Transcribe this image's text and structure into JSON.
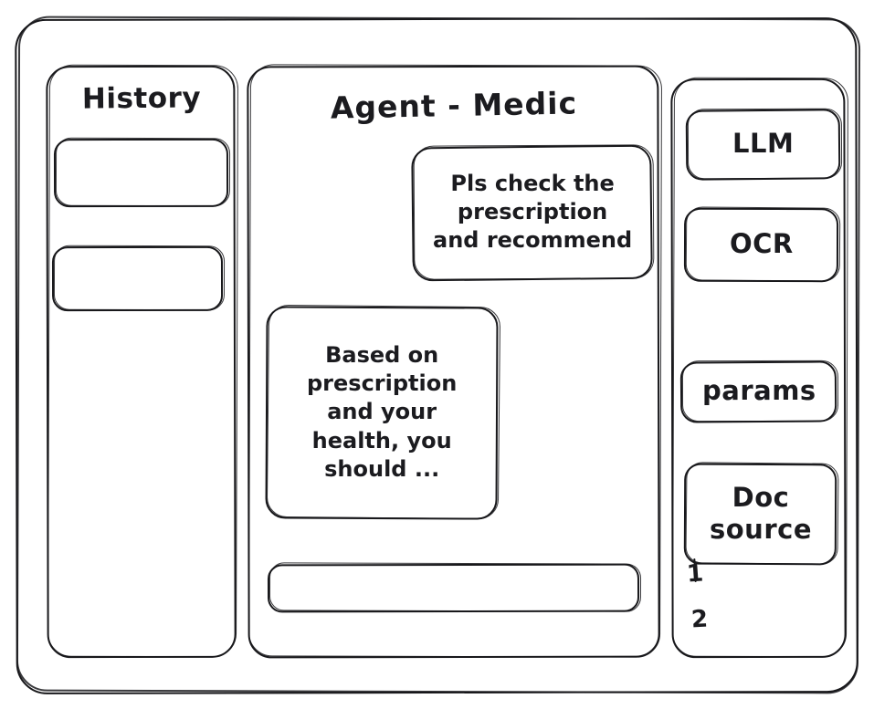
{
  "window": {
    "name": "agent-medic-wireframe"
  },
  "sidebar_history": {
    "title": "History",
    "items": [
      {
        "label": "",
        "name": "history-card-1"
      },
      {
        "label": "",
        "name": "history-card-2"
      }
    ]
  },
  "agent": {
    "title": "Agent - Medic",
    "messages": [
      {
        "role": "user",
        "text": "Pls check the\nprescription\nand recommend"
      },
      {
        "role": "assistant",
        "text": "Based on\nprescription\nand your\nhealth, you\nshould ..."
      }
    ],
    "composer": {
      "value": "",
      "placeholder": ""
    }
  },
  "tools": {
    "cards": [
      {
        "label": "LLM",
        "name": "tool-card-llm"
      },
      {
        "label": "OCR",
        "name": "tool-card-ocr"
      },
      {
        "label": "params",
        "name": "tool-card-params"
      },
      {
        "label": "Doc\nsource",
        "name": "tool-card-doc-source"
      }
    ],
    "doc_source_items": [
      "1",
      "2"
    ]
  },
  "style": {
    "stroke": "#18181b",
    "background": "#ffffff"
  }
}
